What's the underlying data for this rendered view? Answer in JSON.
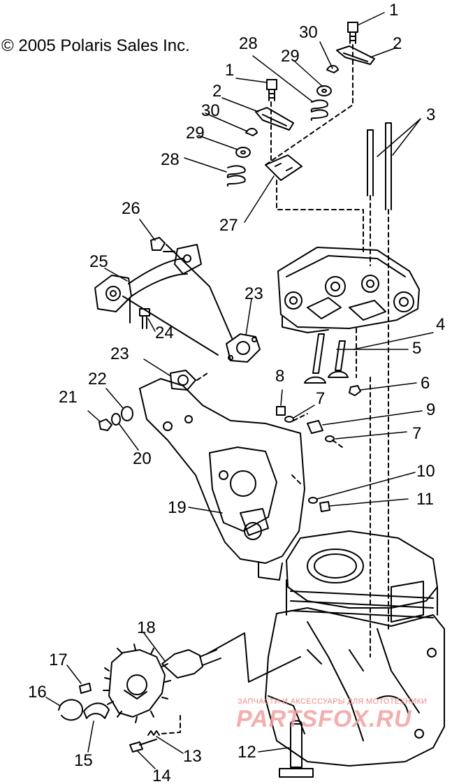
{
  "copyright": "© 2005 Polaris Sales Inc.",
  "watermark": {
    "line1": "ЗАПЧАСТИ И АКСЕССУАРЫ ДЛЯ МОТОТЕХНИКИ",
    "logo": "PARTSFOX.RU"
  },
  "callouts": [
    "1",
    "2",
    "3",
    "4",
    "5",
    "6",
    "7",
    "8",
    "9",
    "10",
    "11",
    "12",
    "13",
    "14",
    "15",
    "16",
    "17",
    "18",
    "19",
    "20",
    "21",
    "22",
    "23",
    "24",
    "25",
    "26",
    "27",
    "28",
    "29",
    "30"
  ],
  "colors": {
    "ink": "#000000",
    "watermark": "#f2a0a0"
  }
}
